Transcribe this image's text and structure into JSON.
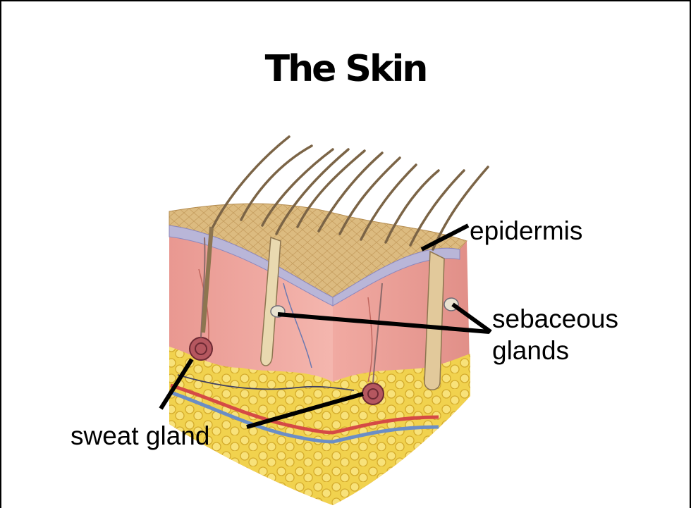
{
  "slide": {
    "title": "The Skin",
    "labels": {
      "epidermis": "epidermis",
      "sebaceous_line1": "sebaceous",
      "sebaceous_line2": "glands",
      "sweat_gland": "sweat gland"
    },
    "colors": {
      "epidermis_surface": "#d9b87f",
      "dermis": "#f2a9a4",
      "fat": "#f3d651",
      "hair": "#7b6446",
      "vein": "#6c8fc4",
      "artery": "#d9534f",
      "leader_line": "#000000"
    }
  }
}
